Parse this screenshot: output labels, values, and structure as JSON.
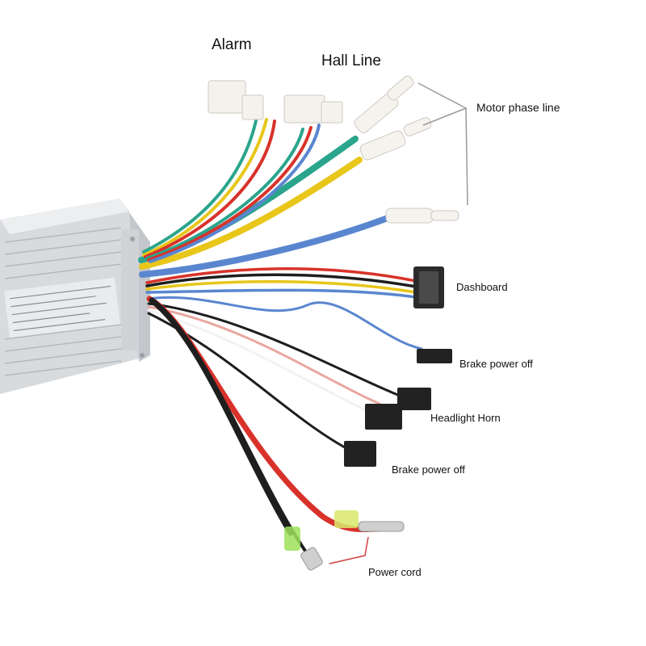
{
  "labels": {
    "alarm": "Alarm",
    "hall_line": "Hall Line",
    "motor_phase_line": "Motor phase line",
    "dashboard": "Dashboard",
    "brake_power_off_1": "Brake power off",
    "headlight_horn": "Headlight Horn",
    "brake_power_off_2": "Brake power off",
    "power_cord": "Power cord"
  },
  "colors": {
    "background": "#ffffff",
    "controller_body": "#d9dcdf",
    "leader_line_gray": "#9a9a9a",
    "leader_line_red": "#d04040",
    "wire_teal": "#2aa58c",
    "wire_yellow": "#e8c61a",
    "wire_blue": "#5a86cf",
    "wire_red": "#d8322a",
    "wire_black": "#1e1e1e",
    "wire_white": "#f2f2f2",
    "wire_pink": "#e9a7a0"
  }
}
